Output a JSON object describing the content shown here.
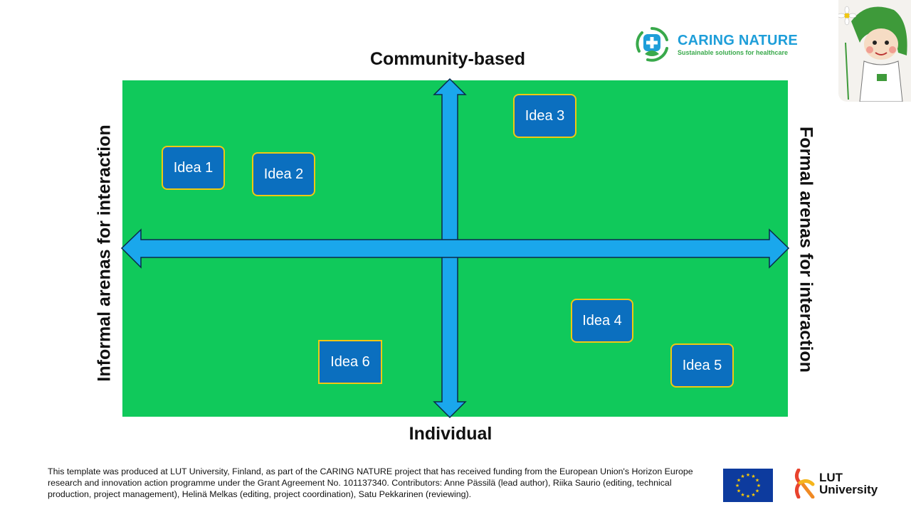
{
  "logo": {
    "title": "CARING NATURE",
    "subtitle": "Sustainable solutions for healthcare"
  },
  "axes": {
    "top": "Community-based",
    "bottom": "Individual",
    "left": "Informal arenas for interaction",
    "right": "Formal arenas for interaction"
  },
  "ideas": [
    {
      "label": "Idea 1",
      "shape": "rounded"
    },
    {
      "label": "Idea 2",
      "shape": "rounded"
    },
    {
      "label": "Idea 3",
      "shape": "rounded"
    },
    {
      "label": "Idea 4",
      "shape": "rounded"
    },
    {
      "label": "Idea 5",
      "shape": "rounded"
    },
    {
      "label": "Idea 6",
      "shape": "square"
    }
  ],
  "footer": {
    "text": "This template was produced at LUT University, Finland, as part of the CARING NATURE project that has received funding from the European Union's Horizon Europe research and innovation action programme under the Grant Agreement No. 101137340. Contributors: Anne Pässilä (lead author), Riika Saurio (editing, technical production, project management), Helinä Melkas (editing, project coordination), Satu Pekkarinen (reviewing)."
  },
  "lut": {
    "line1": "LUT",
    "line2": "University"
  },
  "colors": {
    "field": "#10c95b",
    "arrow": "#1aa7ec",
    "idea_fill": "#0b6fbf",
    "idea_border": "#f2c811",
    "logo_blue": "#1e9ed9",
    "logo_green": "#39a94b"
  },
  "icons": [
    "caring-nature-logo-icon",
    "mascot-illustration",
    "eu-flag-icon",
    "lut-logo-icon"
  ]
}
